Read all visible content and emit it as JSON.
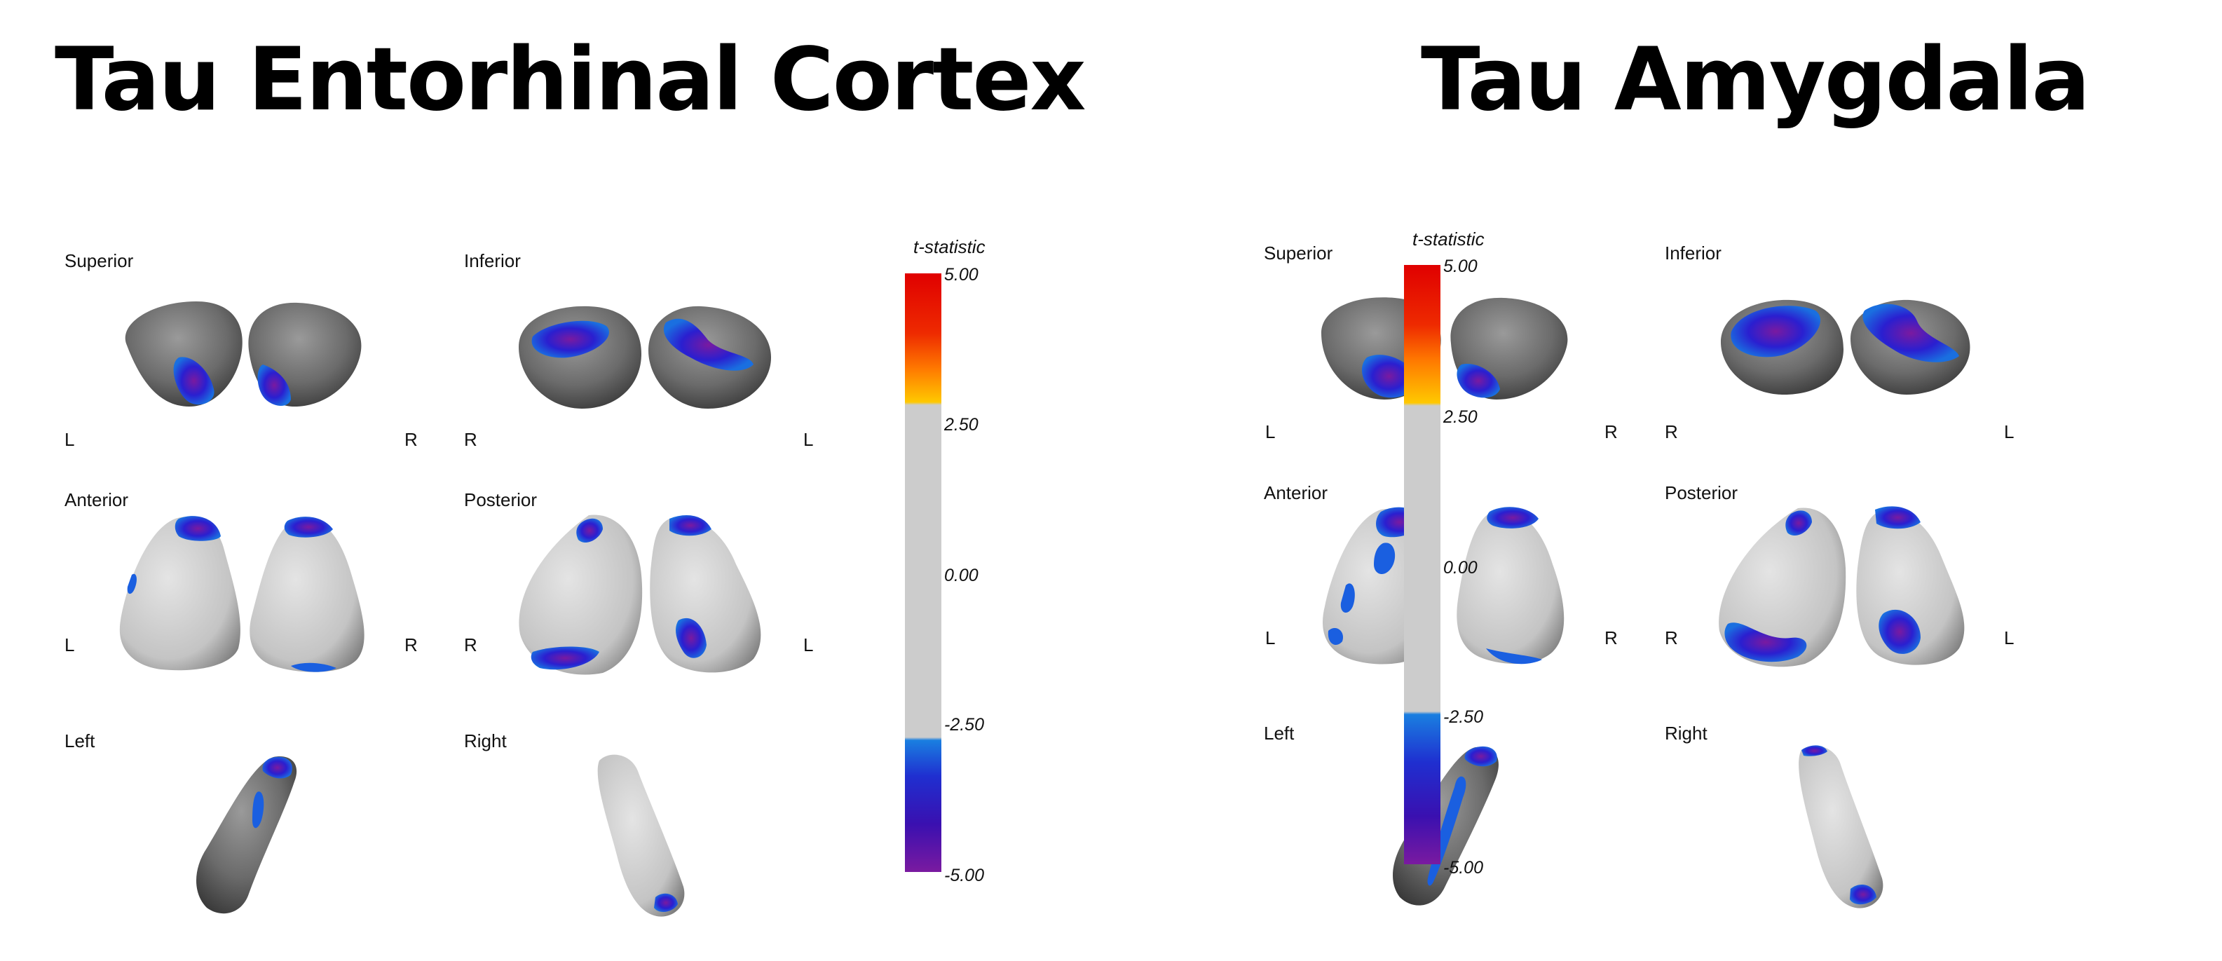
{
  "panels": [
    {
      "title": "Tau Entorhinal Cortex",
      "views": [
        {
          "label": "Superior",
          "left_side": "L",
          "right_side": "R"
        },
        {
          "label": "Inferior",
          "left_side": "R",
          "right_side": "L"
        },
        {
          "label": "Anterior",
          "left_side": "L",
          "right_side": "R"
        },
        {
          "label": "Posterior",
          "left_side": "R",
          "right_side": "L"
        },
        {
          "label": "Left"
        },
        {
          "label": "Right"
        }
      ],
      "colorbar": {
        "title": "t-statistic",
        "ticks": [
          "5.00",
          "2.50",
          "0.00",
          "-2.50",
          "-5.00"
        ]
      }
    },
    {
      "title": "Tau Amygdala",
      "views": [
        {
          "label": "Superior",
          "left_side": "L",
          "right_side": "R"
        },
        {
          "label": "Inferior",
          "left_side": "R",
          "right_side": "L"
        },
        {
          "label": "Anterior",
          "left_side": "L",
          "right_side": "R"
        },
        {
          "label": "Posterior",
          "left_side": "R",
          "right_side": "L"
        },
        {
          "label": "Left"
        },
        {
          "label": "Right"
        }
      ],
      "colorbar": {
        "title": "t-statistic",
        "ticks": [
          "5.00",
          "2.50",
          "0.00",
          "-2.50",
          "-5.00"
        ]
      }
    }
  ],
  "colors": {
    "surface_dark": "#6b6b6b",
    "surface_light": "#cfcfcf",
    "neg_strong": "#7a1aa0",
    "neg_mid": "#1f2fd0",
    "neg_weak": "#1a7fe0",
    "pos_weak": "#ffc000",
    "pos_strong": "#e00000",
    "neutral": "#cccccc"
  }
}
